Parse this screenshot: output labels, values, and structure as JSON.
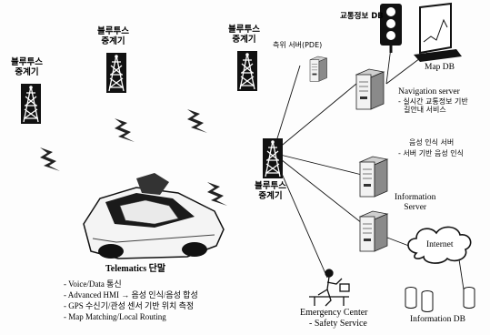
{
  "repeaters": {
    "far_left": [
      "블루투스",
      "중계기"
    ],
    "top_left": [
      "블루투스",
      "중계기"
    ],
    "top_center": [
      "블루투스",
      "중계기"
    ],
    "middle": [
      "블루투스",
      "중계기"
    ]
  },
  "servers": {
    "pde": "측위 서버(PDE)",
    "traffic_db": "교통정보 DB",
    "map_db": "Map DB",
    "navigation": {
      "title": "Navigation server",
      "desc_1": "- 실시간 교통정보 기반",
      "desc_2": "길안내 서비스"
    },
    "voice": {
      "title": "음성 인식 서버",
      "desc": "- 서버 기반 음성 인식"
    },
    "information": {
      "line_1": "Information",
      "line_2": "Server"
    },
    "internet": "Internet",
    "information_db": "Information DB"
  },
  "emergency": {
    "title": "Emergency Center",
    "desc": "- Safety Service"
  },
  "telematics": {
    "title": "Telematics 단말",
    "features": [
      "- Voice/Data 통신",
      "- Advanced HMI → 음성 인식/음성 합성",
      "- GPS 수신기/관성 센서 기반 위치 측정",
      "- Map Matching/Local Routing"
    ]
  }
}
